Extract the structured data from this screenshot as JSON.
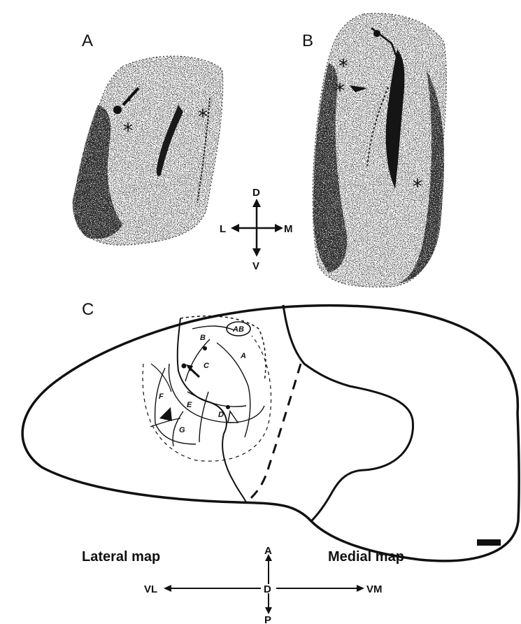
{
  "panels": {
    "a": "A",
    "b": "B",
    "c": "C"
  },
  "orientation_top": {
    "up": "D",
    "down": "V",
    "left": "L",
    "right": "M"
  },
  "orientation_bottom": {
    "up": "A",
    "down": "P",
    "center": "D",
    "left": "VL",
    "right": "VM"
  },
  "map_labels": {
    "lateral": "Lateral map",
    "medial": "Medial map"
  },
  "zones": [
    "AB",
    "B",
    "A",
    "C",
    "F",
    "E",
    "D",
    "G"
  ],
  "asterisk": "*",
  "colors": {
    "ink": "#111111",
    "stain": "#2a2a2a",
    "background": "#ffffff"
  }
}
